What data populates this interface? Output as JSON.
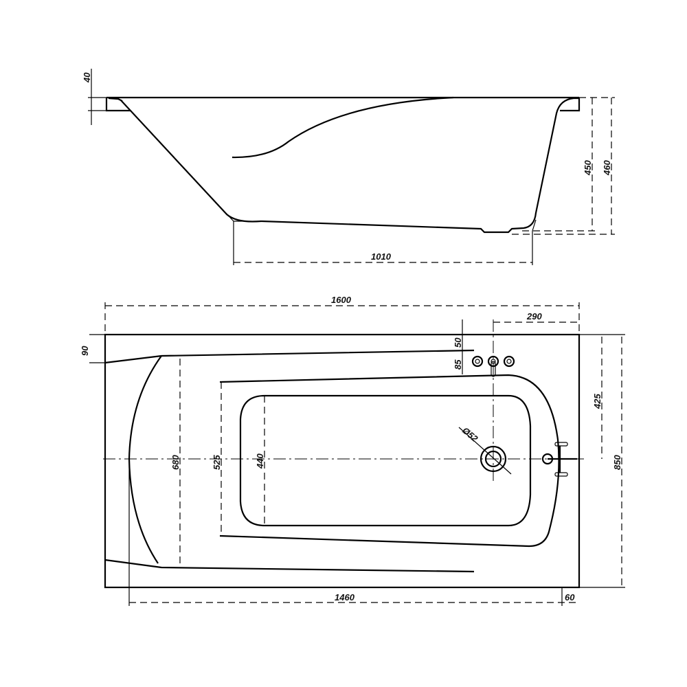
{
  "side_view": {
    "dims": {
      "rim": "40",
      "depth_inner": "450",
      "depth_total": "460",
      "bottom_length": "1010"
    }
  },
  "top_view": {
    "dims": {
      "length": "1600",
      "faucet_offset": "290",
      "rim_left": "90",
      "faucet_gap_1": "50",
      "faucet_gap_2": "85",
      "half_width": "425",
      "width": "850",
      "inner_length": "1460",
      "rim_right": "60",
      "width_680": "680",
      "width_525": "525",
      "width_440": "440",
      "drain_diameter": "Ø52"
    }
  }
}
